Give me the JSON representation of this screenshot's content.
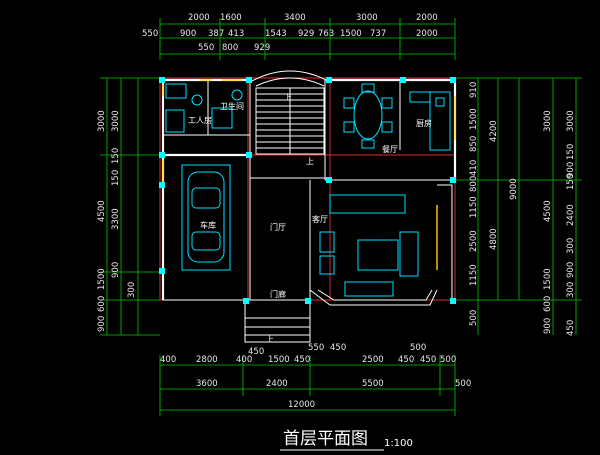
{
  "drawing": {
    "title": "首层平面图",
    "scale": "1:100"
  },
  "dims_top_row1": [
    "2000",
    "1600",
    "3400",
    "3000",
    "2000"
  ],
  "dims_top_row2": [
    "550",
    "900",
    "387",
    "413",
    "1543",
    "929",
    "763",
    "1500",
    "737",
    "2000"
  ],
  "dims_top_row3": [
    "550",
    "800",
    "929"
  ],
  "dims_bottom_row1": [
    "400",
    "2800",
    "400",
    "450",
    "1500",
    "450",
    "550",
    "450",
    "2500",
    "450",
    "450",
    "500",
    "500"
  ],
  "dims_bottom_row2": [
    "3600",
    "2400",
    "5500",
    "500"
  ],
  "dims_bottom_total": "12000",
  "dims_left_outer": [
    "3000",
    "4500",
    "1500",
    "600",
    "900"
  ],
  "dims_left_inner": [
    "3000",
    "150",
    "150",
    "3300",
    "900",
    "300"
  ],
  "dims_right_inner": [
    "910",
    "1500",
    "850",
    "410",
    "800",
    "1150",
    "2500",
    "1150",
    "500"
  ],
  "dims_right_outer": [
    "4200",
    "4800"
  ],
  "dims_right_total": "9000",
  "dims_far_right_a": [
    "3000",
    "4500",
    "1500",
    "600",
    "900"
  ],
  "dims_far_right_b": [
    "3000",
    "150",
    "900",
    "150",
    "2400",
    "300",
    "900",
    "300",
    "450"
  ],
  "rooms": {
    "worker": "工人房",
    "wc": "卫生间",
    "garage": "车库",
    "entry_hall": "门厅",
    "living": "客厅",
    "dining": "餐厅",
    "kitchen": "厨房",
    "porch": "门廊",
    "up1": "上",
    "up2": "上",
    "up3": "上"
  }
}
